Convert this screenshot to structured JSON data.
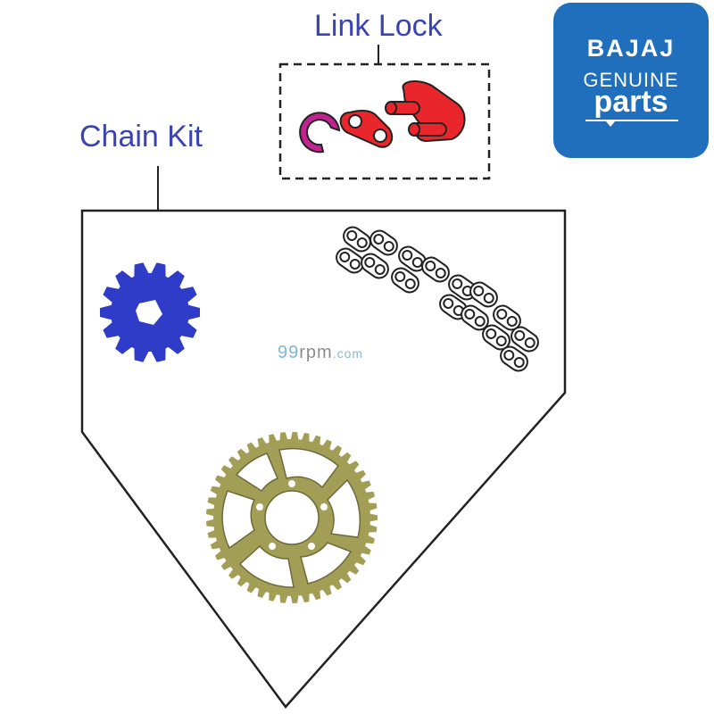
{
  "labels": {
    "link_lock": "Link Lock",
    "chain_kit": "Chain Kit"
  },
  "badge": {
    "brand": "BAJAJ",
    "line2": "GENUINE",
    "line3": "parts"
  },
  "watermark": {
    "prefix": "99",
    "mid": "rpm",
    "suffix": ".com"
  },
  "colors": {
    "label_text": "#3a43b3",
    "badge_bg": "#1f6fbd",
    "small_sprocket": "#2f3cc8",
    "large_sprocket": "#a39e55",
    "link_lock_red": "#e8262c",
    "clip_magenta": "#c2248f"
  },
  "icons": [
    "small-sprocket-icon",
    "drive-chain-icon",
    "rear-sprocket-icon",
    "link-lock-clip-icon",
    "link-lock-plate-icon",
    "link-lock-pin-plate-icon"
  ]
}
